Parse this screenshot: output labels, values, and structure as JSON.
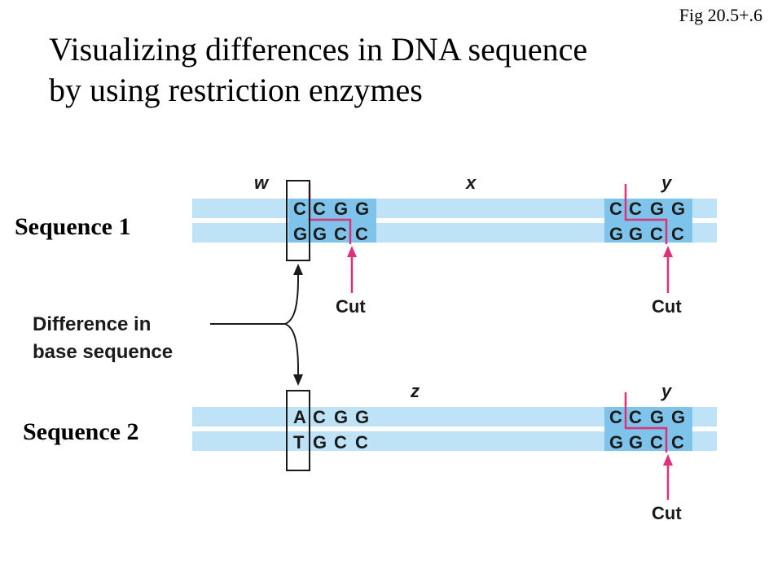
{
  "figure_label": "Fig 20.5+.6",
  "title_line1": "Visualizing differences in DNA sequence",
  "title_line2": "by using restriction enzymes",
  "sequence1_label": "Sequence 1",
  "sequence2_label": "Sequence 2",
  "difference_label_line1": "Difference in",
  "difference_label_line2": "base sequence",
  "cut_label": "Cut",
  "regions": {
    "w": "w",
    "x": "x",
    "y": "y",
    "z": "z"
  },
  "colors": {
    "strand": "#bfe3f6",
    "site": "#7ec4ea",
    "cut": "#e0307a"
  },
  "sequence1": {
    "site1_top": [
      "C",
      "C",
      "G",
      "G"
    ],
    "site1_bottom": [
      "G",
      "G",
      "C",
      "C"
    ],
    "site2_top": [
      "C",
      "C",
      "G",
      "G"
    ],
    "site2_bottom": [
      "G",
      "G",
      "C",
      "C"
    ]
  },
  "sequence2": {
    "site1_top": [
      "A",
      "C",
      "G",
      "G"
    ],
    "site1_bottom": [
      "T",
      "G",
      "C",
      "C"
    ],
    "site2_top": [
      "C",
      "C",
      "G",
      "G"
    ],
    "site2_bottom": [
      "G",
      "G",
      "C",
      "C"
    ]
  }
}
